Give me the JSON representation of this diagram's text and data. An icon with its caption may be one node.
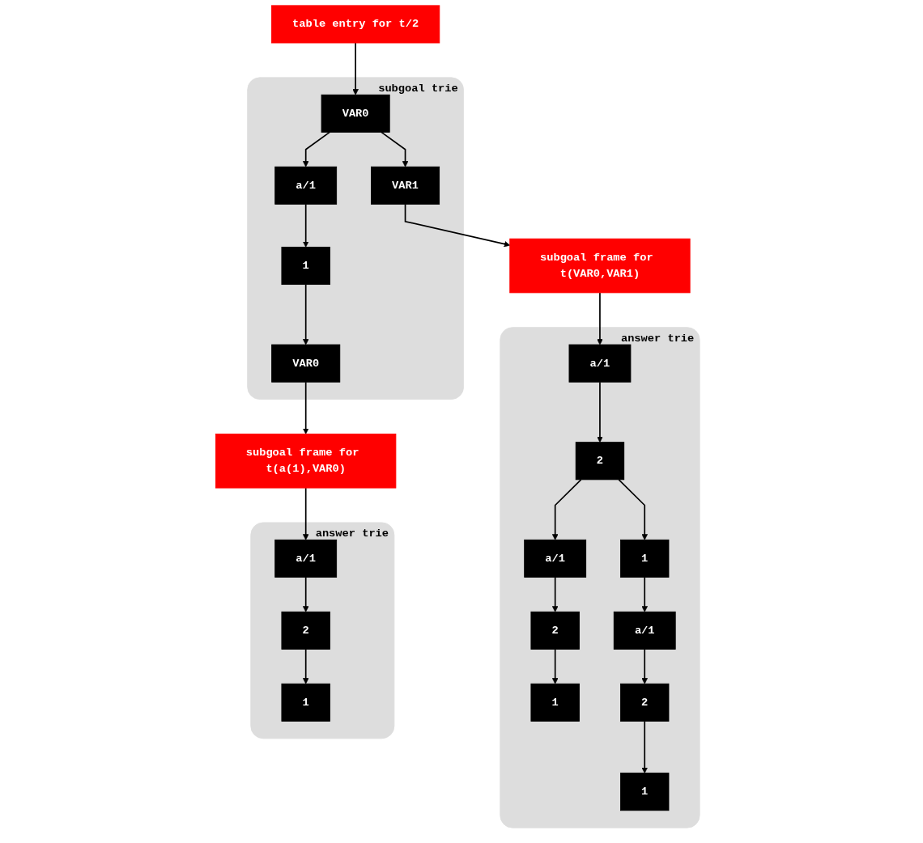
{
  "diagram": {
    "nodes": [
      {
        "text": [
          "table entry for t/2"
        ]
      },
      {
        "text": [
          "subgoal trie"
        ]
      },
      {
        "text": [
          "VAR0"
        ],
        "in": 1
      },
      {
        "text": [
          "VAR1"
        ],
        "in": 1
      },
      {
        "text": [
          "a/1"
        ],
        "in": 1
      },
      {
        "text": [
          "1"
        ],
        "in": 1
      },
      {
        "text": [
          "VAR0"
        ],
        "in": 1
      },
      {
        "text": [
          "subgoal frame for t(VAR0,VAR1)"
        ]
      },
      {
        "text": [
          "subgoal frame for t(a(1),VAR0)"
        ]
      },
      {
        "text": [
          "answer trie"
        ]
      },
      {
        "text": [
          "a/1"
        ],
        "in": 9
      },
      {
        "text": [
          "2"
        ],
        "in": 9
      },
      {
        "text": [
          "1"
        ],
        "in": 9
      },
      {
        "text": [
          "a/1"
        ],
        "in": 9
      },
      {
        "text": [
          "a/1"
        ],
        "in": 9
      },
      {
        "text": [
          "2"
        ],
        "in": 9
      },
      {
        "text": [
          "1"
        ],
        "in": 9
      },
      {
        "text": [
          "2"
        ],
        "in": 9
      },
      {
        "text": [
          "1"
        ],
        "in": 9
      },
      {
        "text": [
          "answer trie"
        ]
      },
      {
        "text": [
          "a/1"
        ],
        "in": 19
      },
      {
        "text": [
          "2"
        ],
        "in": 19
      },
      {
        "text": [
          "1"
        ],
        "in": 19
      }
    ],
    "edges": [
      {
        "from": 0,
        "to": 2,
        "arrow": "to"
      },
      {
        "from": 2,
        "to": 4,
        "arrow": "to"
      },
      {
        "from": 2,
        "to": 3,
        "arrow": "to"
      },
      {
        "from": 4,
        "to": 5,
        "arrow": "to"
      },
      {
        "from": 5,
        "to": 6,
        "arrow": "to"
      },
      {
        "from": 3,
        "to": 7,
        "arrow": "to"
      },
      {
        "from": 6,
        "to": 8,
        "arrow": "to"
      },
      {
        "from": 7,
        "to": 10,
        "arrow": "to"
      },
      {
        "from": 10,
        "to": 11,
        "arrow": "to"
      },
      {
        "from": 11,
        "to": 12,
        "arrow": "to"
      },
      {
        "from": 11,
        "to": 13,
        "arrow": "to"
      },
      {
        "from": 12,
        "to": 14,
        "arrow": "to"
      },
      {
        "from": 13,
        "to": 15,
        "arrow": "to"
      },
      {
        "from": 15,
        "to": 16,
        "arrow": "to"
      },
      {
        "from": 14,
        "to": 17,
        "arrow": "to"
      },
      {
        "from": 17,
        "to": 18,
        "arrow": "to"
      },
      {
        "from": 8,
        "to": 20,
        "arrow": "to"
      },
      {
        "from": 20,
        "to": 21,
        "arrow": "to"
      },
      {
        "from": 21,
        "to": 22,
        "arrow": "to"
      }
    ]
  }
}
